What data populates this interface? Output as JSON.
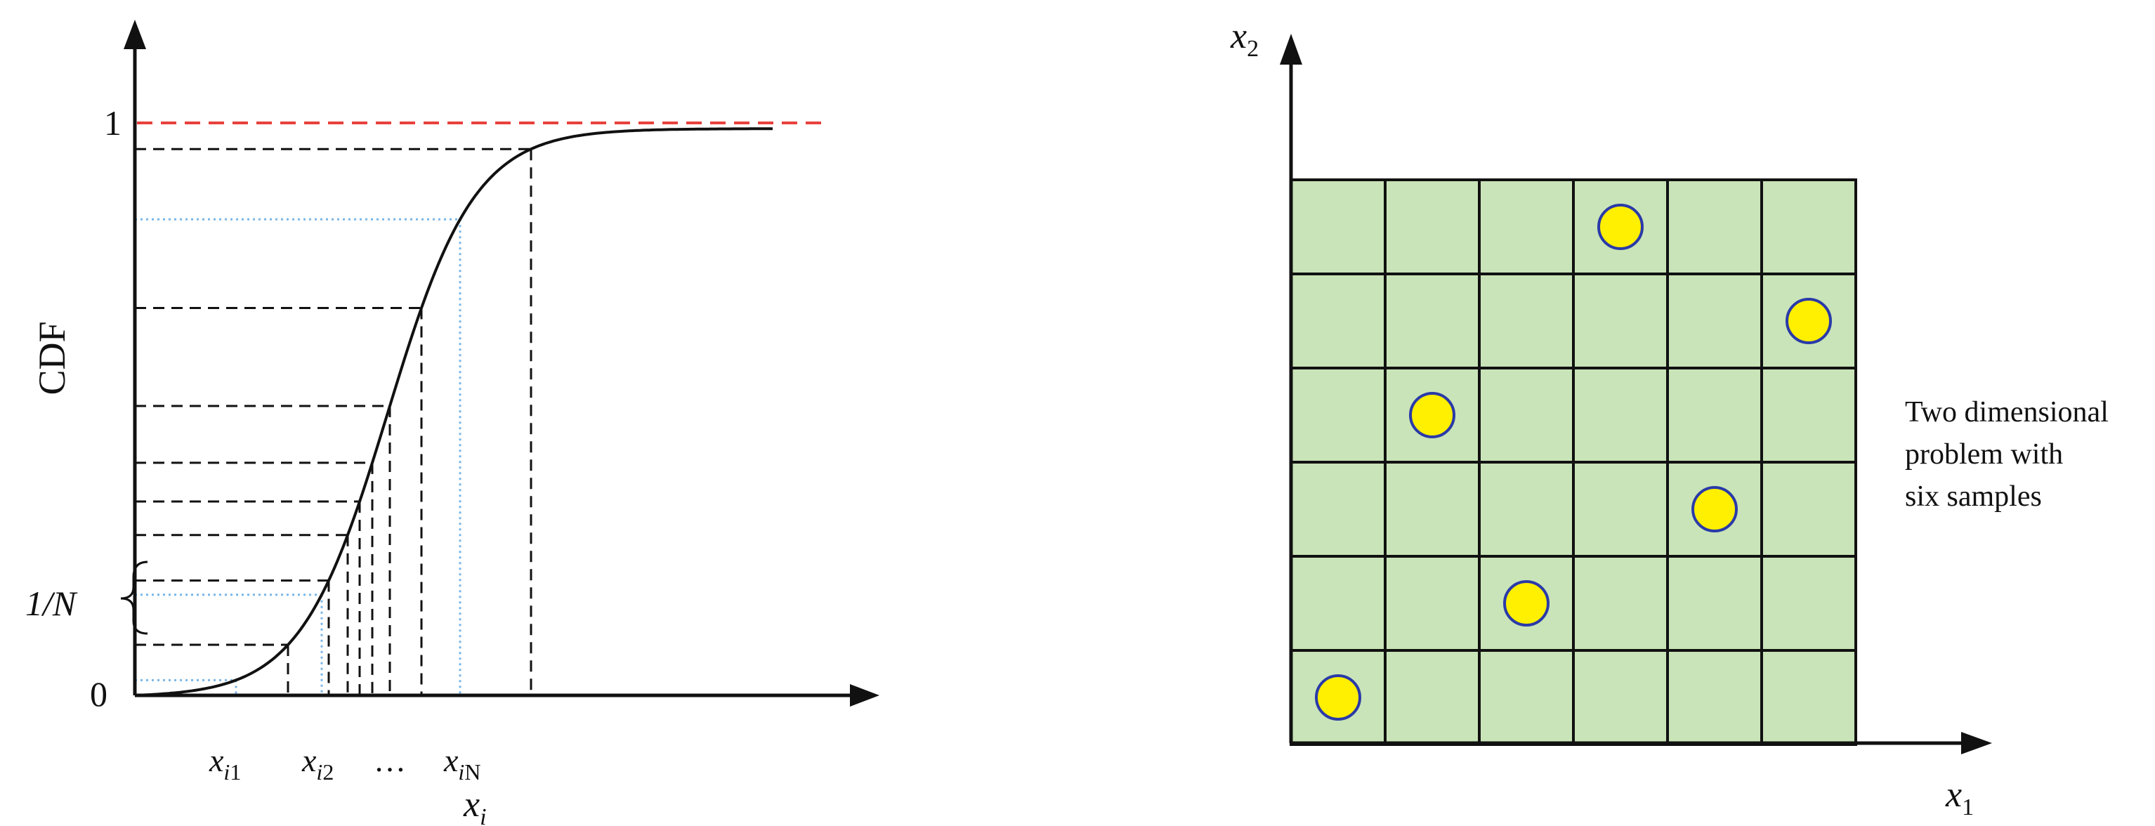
{
  "left_panel": {
    "y_axis_label": "CDF",
    "x_axis_label": {
      "base": "x",
      "sub": "i"
    },
    "y_tick_one": "1",
    "y_tick_zero": "0",
    "interval_label": "1/N",
    "x_ticks": [
      {
        "base": "x",
        "sub_italic": "i",
        "sub_plain": "1"
      },
      {
        "base": "x",
        "sub_italic": "i",
        "sub_plain": "2"
      },
      {
        "ellipsis": "…"
      },
      {
        "base": "x",
        "sub_italic": "i",
        "sub_plain": "N"
      }
    ]
  },
  "right_panel": {
    "x_axis_label": {
      "base": "x",
      "sub": "1"
    },
    "y_axis_label": {
      "base": "x",
      "sub": "2"
    },
    "grid_size": 6,
    "samples": [
      {
        "col": 1,
        "row": 1
      },
      {
        "col": 3,
        "row": 2
      },
      {
        "col": 5,
        "row": 3
      },
      {
        "col": 2,
        "row": 4
      },
      {
        "col": 6,
        "row": 5
      },
      {
        "col": 4,
        "row": 6
      }
    ],
    "caption_lines": [
      "Two dimensional",
      "problem with",
      "six samples"
    ]
  },
  "colors": {
    "axis": "#111111",
    "curve": "#111111",
    "upper_bound_line": "#e8413c",
    "dashed_guides": "#111111",
    "dotted_guides": "#79b6e8",
    "cell_fill": "#c9e4b8",
    "grid_line": "#111111",
    "sample_fill": "#ffef00",
    "sample_stroke": "#2a3aa8"
  }
}
